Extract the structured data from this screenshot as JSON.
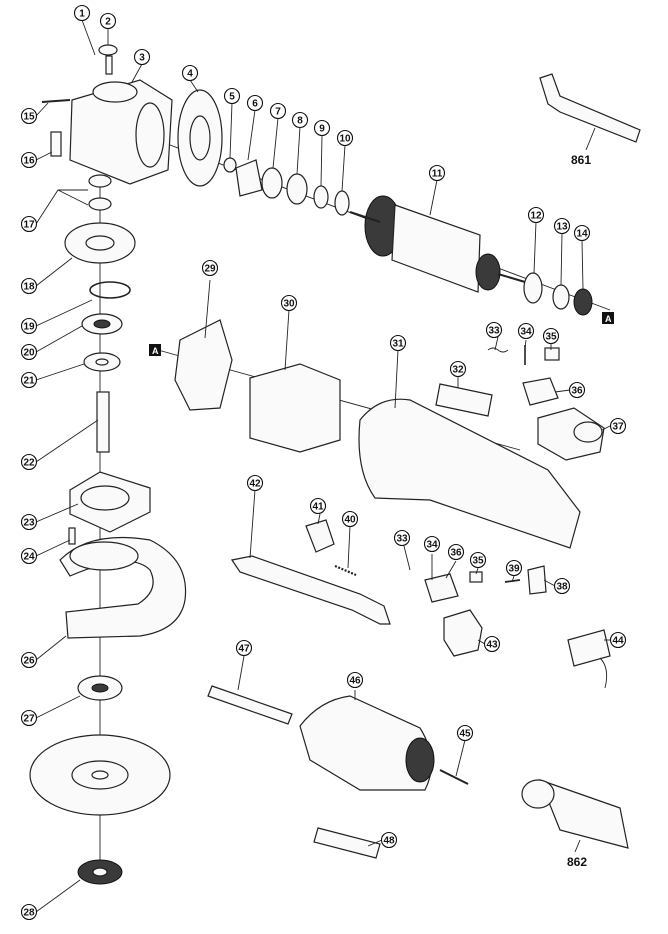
{
  "diagram": {
    "part_numbers": [
      "1",
      "2",
      "3",
      "4",
      "5",
      "6",
      "7",
      "8",
      "9",
      "10",
      "11",
      "12",
      "13",
      "14",
      "15",
      "16",
      "17",
      "18",
      "19",
      "20",
      "21",
      "22",
      "23",
      "24",
      "26",
      "27",
      "28",
      "29",
      "30",
      "31",
      "32",
      "33",
      "34",
      "35",
      "36",
      "37",
      "38",
      "39",
      "40",
      "41",
      "42",
      "43",
      "44",
      "45",
      "46",
      "47",
      "48"
    ],
    "accessory_labels": [
      "861",
      "862"
    ],
    "reference_tag": "A"
  }
}
